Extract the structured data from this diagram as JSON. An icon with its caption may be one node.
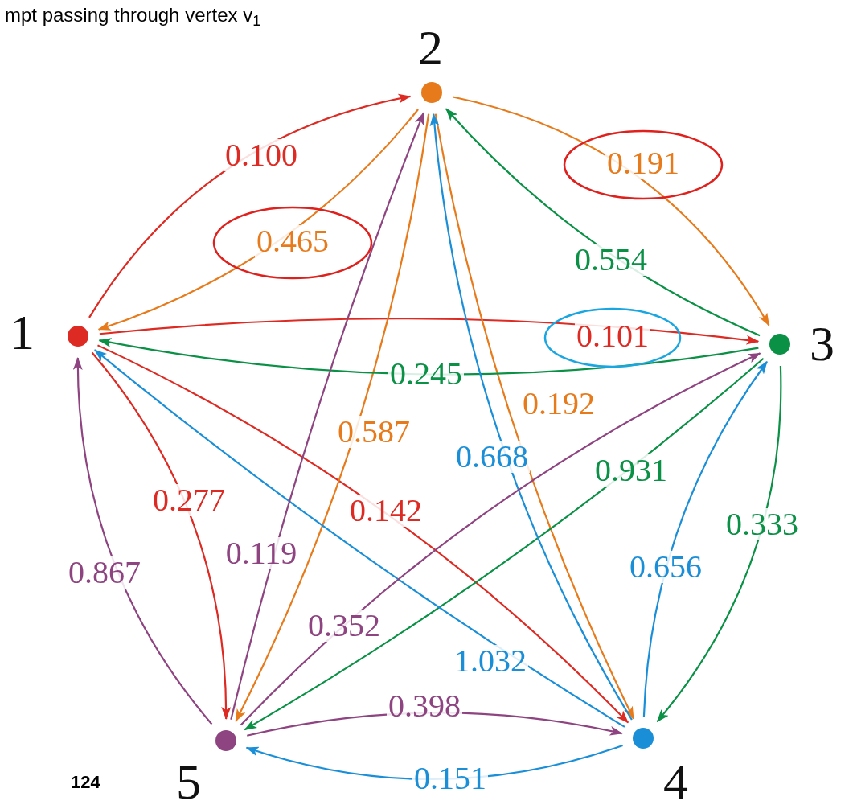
{
  "diagram": {
    "nodes": [
      {
        "text": [
          "1"
        ]
      },
      {
        "text": [
          "2"
        ]
      },
      {
        "text": [
          "3"
        ]
      },
      {
        "text": [
          "4"
        ]
      },
      {
        "text": [
          "5"
        ]
      }
    ],
    "edges": [
      {
        "from": 0,
        "to": 1,
        "arrow": "to",
        "label": "0.100",
        "color": "#dd2a22"
      },
      {
        "from": 0,
        "to": 2,
        "arrow": "to",
        "label": "0.101",
        "color": "#dd2a22"
      },
      {
        "from": 0,
        "to": 4,
        "arrow": "to",
        "label": "0.277",
        "color": "#dd2a22"
      },
      {
        "from": 0,
        "to": 3,
        "arrow": "to",
        "label": "0.142",
        "color": "#dd2a22"
      },
      {
        "from": 1,
        "to": 2,
        "arrow": "to",
        "label": "0.191",
        "color": "#e77b1c"
      },
      {
        "from": 1,
        "to": 0,
        "arrow": "to",
        "label": "0.465",
        "color": "#e77b1c"
      },
      {
        "from": 1,
        "to": 4,
        "arrow": "to",
        "label": "0.587",
        "color": "#e77b1c"
      },
      {
        "from": 1,
        "to": 3,
        "arrow": "to",
        "label": "0.192",
        "color": "#e77b1c"
      },
      {
        "from": 2,
        "to": 1,
        "arrow": "to",
        "label": "0.554",
        "color": "#0a9146"
      },
      {
        "from": 2,
        "to": 0,
        "arrow": "to",
        "label": "0.245",
        "color": "#0a9146"
      },
      {
        "from": 2,
        "to": 4,
        "arrow": "to",
        "label": "0.931",
        "color": "#0a9146"
      },
      {
        "from": 2,
        "to": 3,
        "arrow": "to",
        "label": "0.333",
        "color": "#0a9146"
      },
      {
        "from": 3,
        "to": 2,
        "arrow": "to",
        "label": "0.656",
        "color": "#1a8fd8"
      },
      {
        "from": 3,
        "to": 1,
        "arrow": "to",
        "label": "0.668",
        "color": "#1a8fd8"
      },
      {
        "from": 3,
        "to": 0,
        "arrow": "to",
        "label": "1.032",
        "color": "#1a8fd8"
      },
      {
        "from": 3,
        "to": 4,
        "arrow": "to",
        "label": "0.151",
        "color": "#1a8fd8"
      },
      {
        "from": 4,
        "to": 0,
        "arrow": "to",
        "label": "0.867",
        "color": "#8e4481"
      },
      {
        "from": 4,
        "to": 1,
        "arrow": "to",
        "label": "0.119",
        "color": "#8e4481"
      },
      {
        "from": 4,
        "to": 2,
        "arrow": "to",
        "label": "0.352",
        "color": "#8e4481"
      },
      {
        "from": 4,
        "to": 3,
        "arrow": "to",
        "label": "0.398",
        "color": "#8e4481"
      }
    ],
    "labels": [
      "mpt passing through vertex v$_{1}$",
      "124"
    ]
  }
}
